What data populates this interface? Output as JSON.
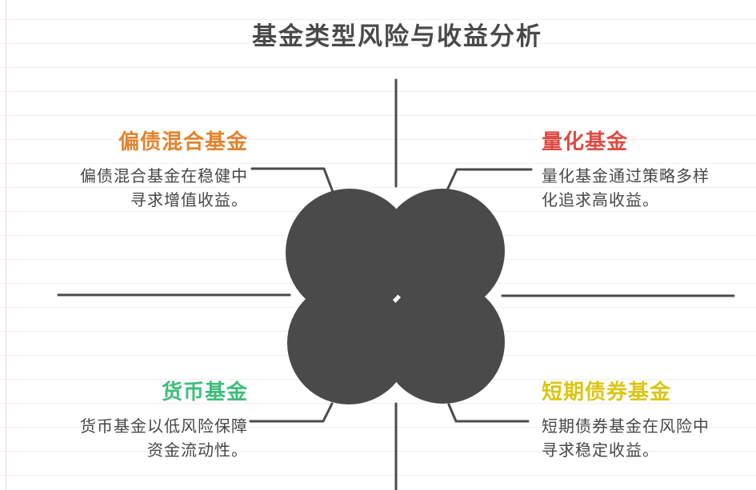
{
  "title": "基金类型风险与收益分析",
  "quadrants": [
    {
      "position": "top-left",
      "heading": "偏债混合基金",
      "heading_color": "#E2832E",
      "body": "偏债混合基金在稳健中\n寻求增值收益。"
    },
    {
      "position": "top-right",
      "heading": "量化基金",
      "heading_color": "#DD4B43",
      "body": "量化基金通过策略多样\n化追求高收益。"
    },
    {
      "position": "bottom-left",
      "heading": "货币基金",
      "heading_color": "#3EBD7B",
      "body": "货币基金以低风险保障\n资金流动性。"
    },
    {
      "position": "bottom-right",
      "heading": "短期债券基金",
      "heading_color": "#DBC614",
      "body": "短期债券基金在风险中\n寻求稳定收益。"
    }
  ],
  "colors": {
    "shape": "#4A4A4A",
    "line": "#4A4A4A",
    "title_text": "#4A4A4A",
    "body_text": "#474747",
    "ruled_line": "#F7ECEC",
    "margin_line": "#F2D9D9",
    "background": "#FFFFFF"
  }
}
